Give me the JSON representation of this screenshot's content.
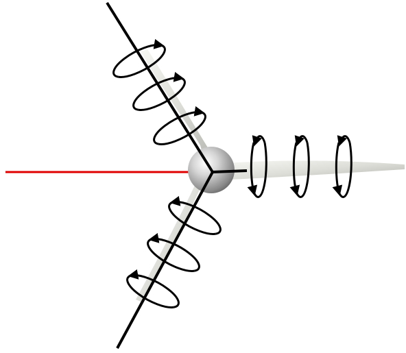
{
  "diagram": {
    "description_free": true,
    "colors": {
      "background": "#ffffff",
      "axis_line": "#000000",
      "reference_line": "#e00000",
      "blade_fill": "#d8d8d2",
      "hub": "#9a9a9a",
      "rotation_arrow": "#000000"
    },
    "elements": {
      "reference_line": "red-horizontal-reference-line",
      "hub": "hub-sphere",
      "blades": [
        "upper-left-blade",
        "right-blade",
        "lower-left-blade"
      ],
      "rotation_markers_per_blade": 3
    }
  }
}
